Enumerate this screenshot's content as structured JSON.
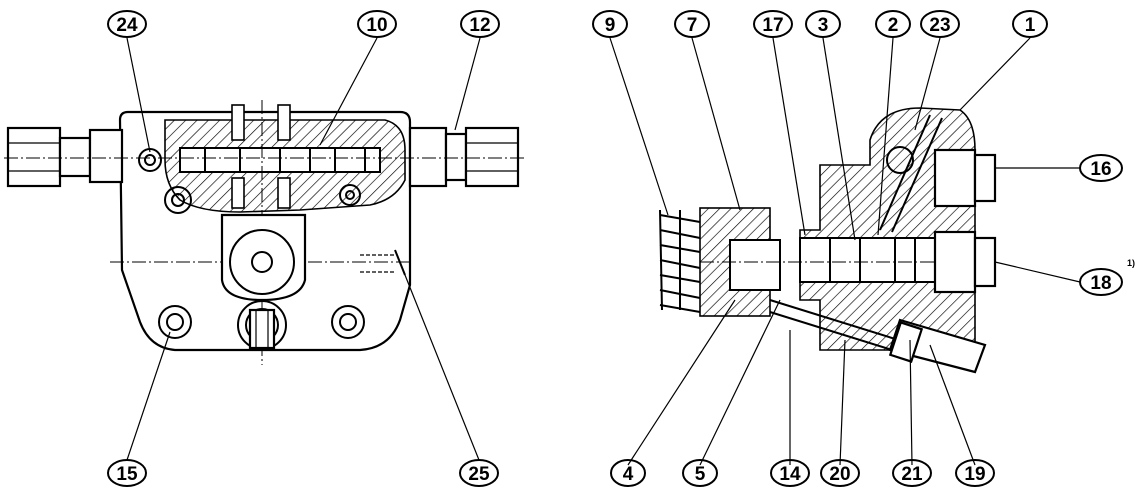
{
  "left_view": {
    "callouts_top": [
      "24",
      "10",
      "12"
    ],
    "callouts_bottom": [
      "15",
      "25"
    ]
  },
  "right_view": {
    "callouts_top": [
      "9",
      "7",
      "17",
      "3",
      "2",
      "23",
      "1"
    ],
    "callouts_side": [
      "16",
      "18"
    ],
    "callouts_bottom": [
      "4",
      "5",
      "14",
      "20",
      "21",
      "19"
    ],
    "footnote_marker": "1)"
  }
}
